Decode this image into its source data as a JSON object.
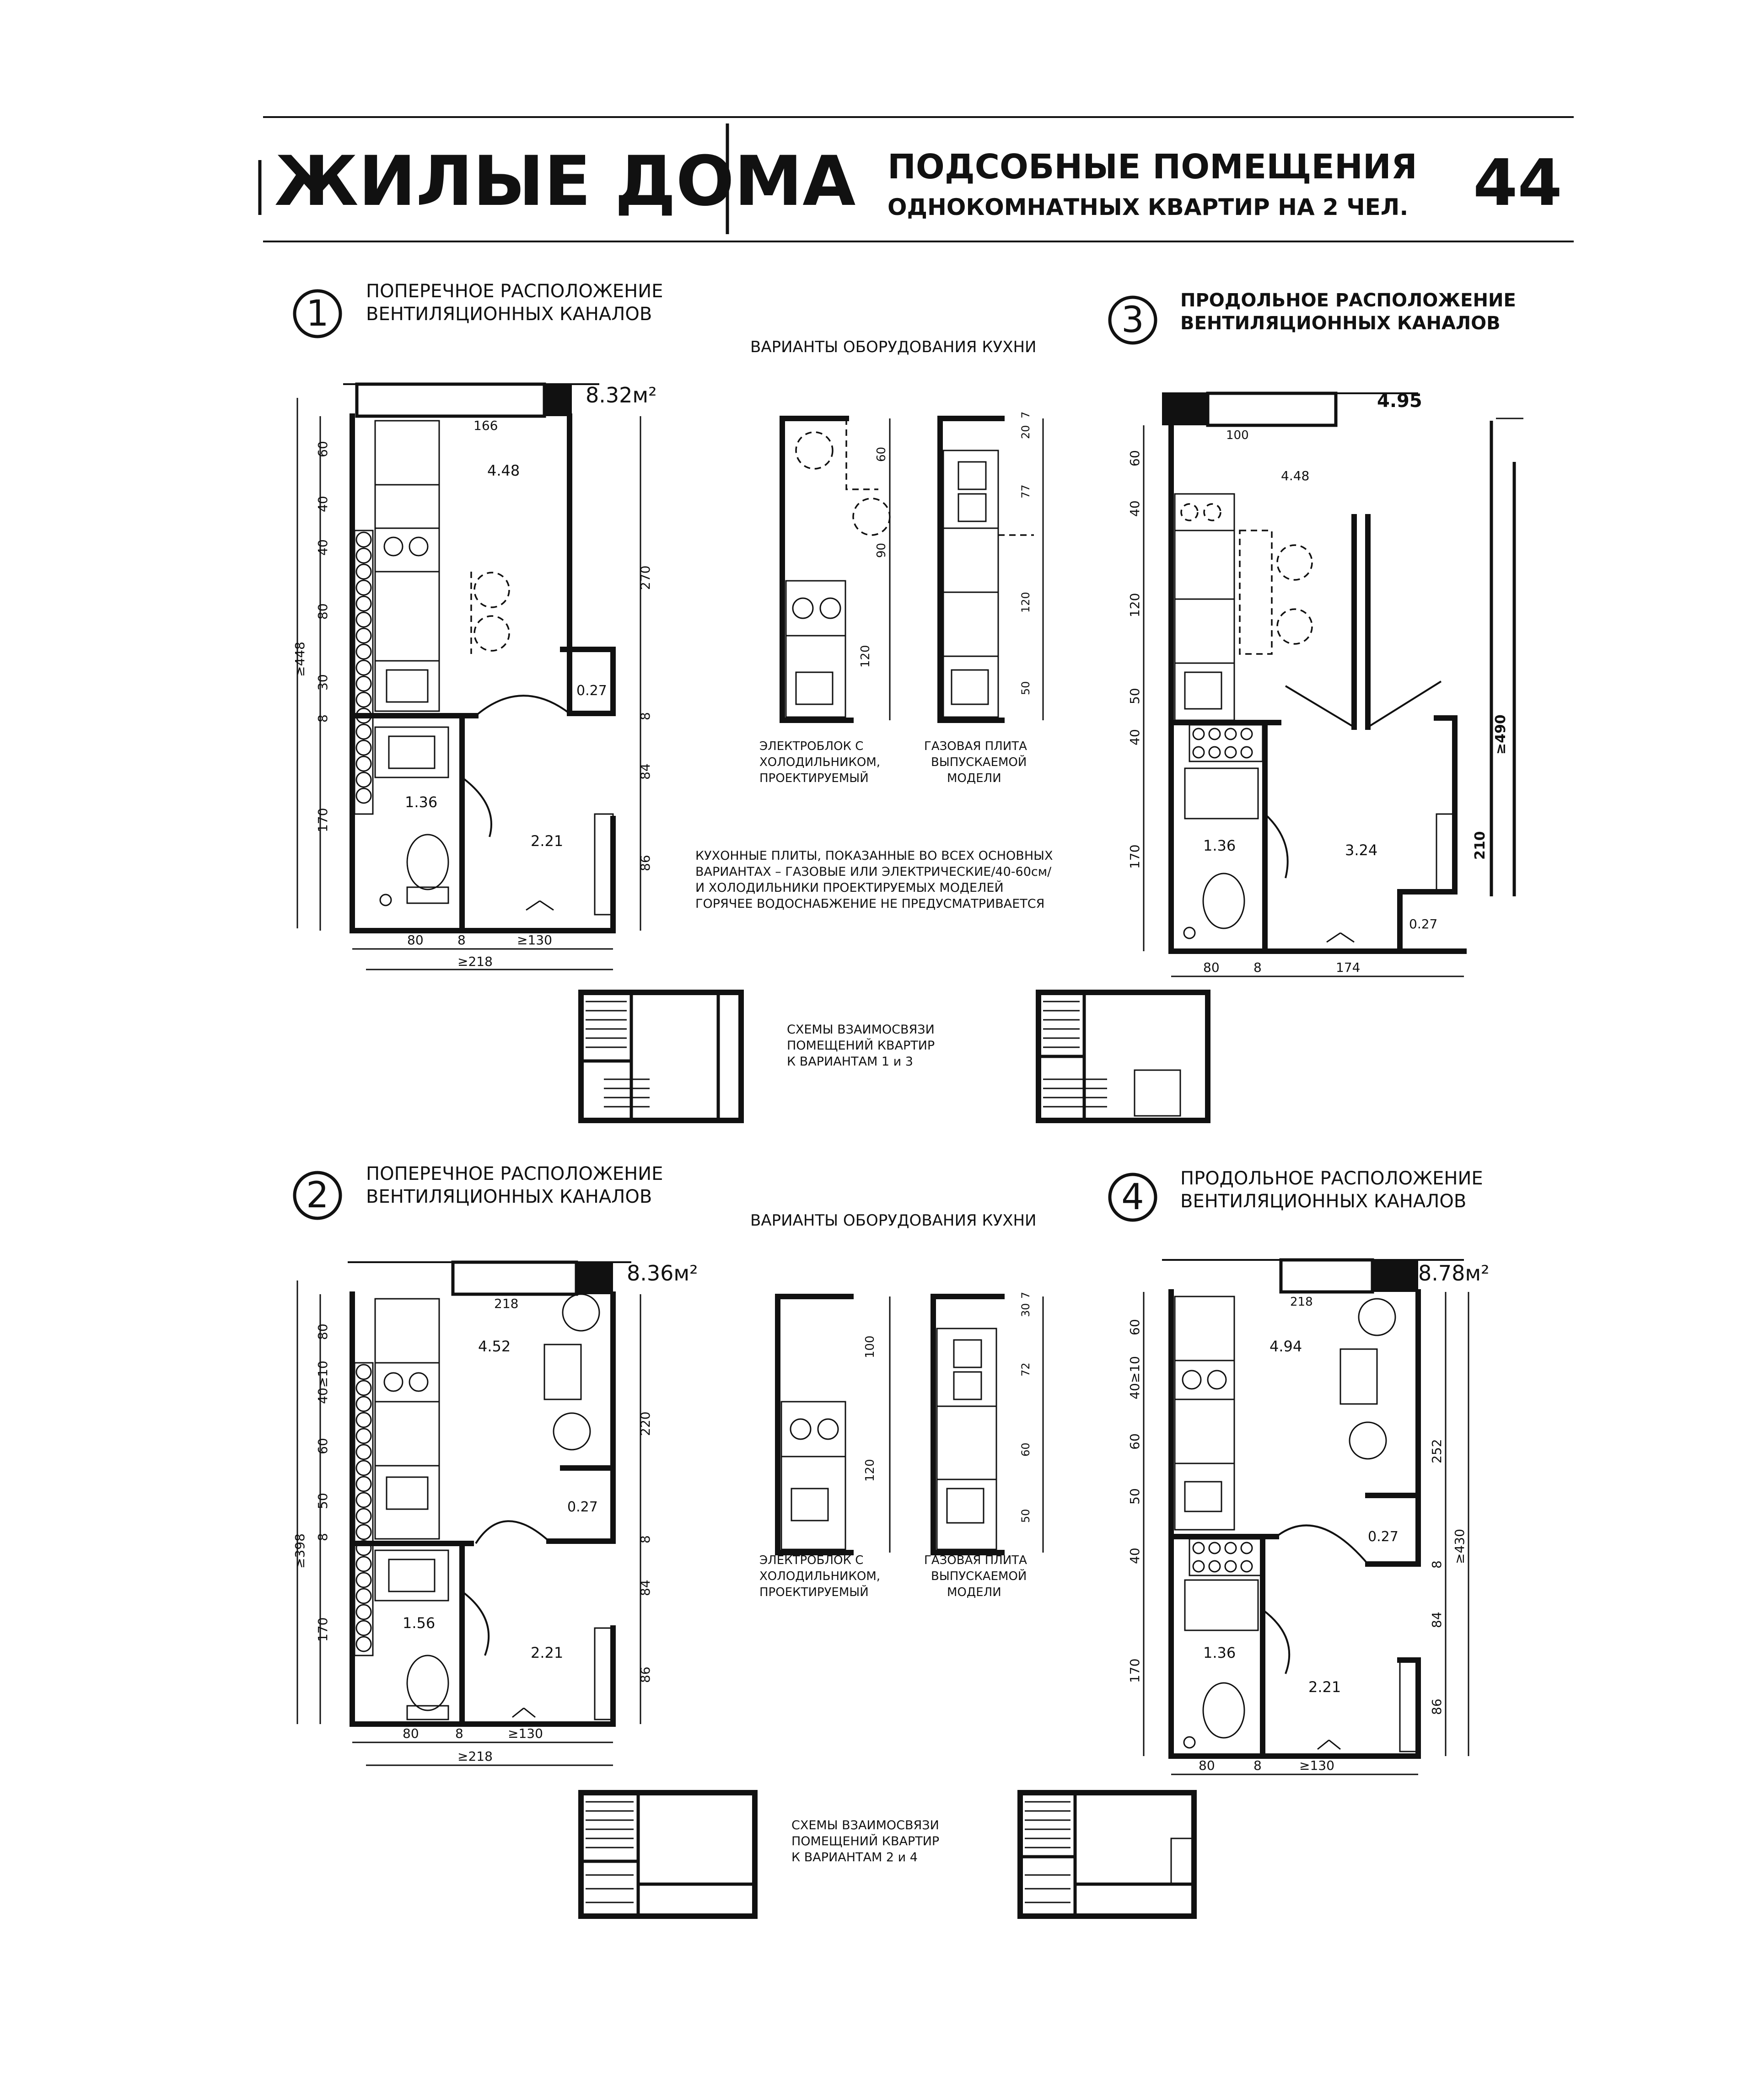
{
  "header": {
    "title": "ЖИЛЫЕ ДОМА",
    "subtitle_line1": "ПОДСОБНЫЕ ПОМЕЩЕНИЯ",
    "subtitle_line2": "ОДНОКОМНАТНЫХ КВАРТИР НА 2 ЧЕЛ.",
    "page_number": "44"
  },
  "common": {
    "kitchen_variants_title": "ВАРИАНТЫ ОБОРУДОВАНИЯ КУХНИ",
    "electric_label": [
      "ЭЛЕКТРОБЛОК С",
      "ХОЛОДИЛЬНИКОМ,",
      "ПРОЕКТИРУЕМЫЙ"
    ],
    "gas_label": [
      "ГАЗОВАЯ ПЛИТА",
      "ВЫПУСКАЕМОЙ",
      "МОДЕЛИ"
    ],
    "note": [
      "КУХОННЫЕ ПЛИТЫ, ПОКАЗАННЫЕ ВО ВСЕХ ОСНОВНЫХ",
      "ВАРИАНТАХ – ГАЗОВЫЕ ИЛИ ЭЛЕКТРИЧЕСКИЕ/40-60см/",
      "И ХОЛОДИЛЬНИКИ ПРОЕКТИРУЕМЫХ МОДЕЛЕЙ",
      "ГОРЯЧЕЕ ВОДОСНАБЖЕНИЕ НЕ ПРЕДУСМАТРИВАЕТСЯ"
    ],
    "schemes_13": [
      "СХЕМЫ ВЗАИМОСВЯЗИ",
      "ПОМЕЩЕНИЙ КВАРТИР",
      "К ВАРИАНТАМ 1 и 3"
    ],
    "schemes_24": [
      "СХЕМЫ ВЗАИМОСВЯЗИ",
      "ПОМЕЩЕНИЙ КВАРТИР",
      "К ВАРИАНТАМ 2 и 4"
    ]
  },
  "variants": [
    {
      "number": "1",
      "caption": [
        "ПОПЕРЕЧНОЕ РАСПОЛОЖЕНИЕ",
        "ВЕНТИЛЯЦИОННЫХ КАНАЛОВ"
      ],
      "area": "8.32м²",
      "kitchen": "4.48",
      "bath": "1.36",
      "hall": "2.21",
      "closet": "0.27",
      "top_dim": "166",
      "left_dims": [
        "60",
        "40",
        "40",
        "80",
        "30",
        "8",
        "170"
      ],
      "total_left": "≥448",
      "right_dims": [
        "270",
        "8",
        "84",
        "86"
      ],
      "bottom_dims": [
        "80",
        "8",
        "≥130"
      ],
      "bottom_total": "≥218"
    },
    {
      "number": "2",
      "caption": [
        "ПОПЕРЕЧНОЕ РАСПОЛОЖЕНИЕ",
        "ВЕНТИЛЯЦИОННЫХ КАНАЛОВ"
      ],
      "area": "8.36м²",
      "kitchen": "4.52",
      "bath": "1.56",
      "hall": "2.21",
      "closet": "0.27",
      "top_dim": "218",
      "left_dims": [
        "80",
        "40≥10",
        "60",
        "50",
        "8",
        "170"
      ],
      "total_left": "≥398",
      "right_dims": [
        "220",
        "8",
        "84",
        "86"
      ],
      "bottom_dims": [
        "80",
        "8",
        "≥130"
      ],
      "bottom_total": "≥218"
    },
    {
      "number": "3",
      "caption": [
        "ПРОДОЛЬНОЕ РАСПОЛОЖЕНИЕ",
        "ВЕНТИЛЯЦИОННЫХ КАНАЛОВ"
      ],
      "area": "4.95",
      "kitchen": "4.48",
      "bath": "1.36",
      "hall": "3.24",
      "closet": "0.27",
      "top_dim": "100",
      "left_dims": [
        "60",
        "40",
        "120",
        "50",
        "40",
        "170"
      ],
      "total_left": "",
      "right_dims": [
        "≥490",
        "210"
      ],
      "bottom_dims": [
        "80",
        "8",
        "174"
      ],
      "bottom_total": ""
    },
    {
      "number": "4",
      "caption": [
        "ПРОДОЛЬНОЕ РАСПОЛОЖЕНИЕ",
        "ВЕНТИЛЯЦИОННЫХ КАНАЛОВ"
      ],
      "area": "8.78м²",
      "kitchen": "4.94",
      "bath": "1.36",
      "hall": "2.21",
      "closet": "0.27",
      "top_dim": "218",
      "left_dims": [
        "60",
        "40≥10",
        "60",
        "50",
        "40",
        "170"
      ],
      "total_left": "",
      "right_dims": [
        "252",
        "8",
        "84",
        "86",
        "≥430"
      ],
      "bottom_dims": [
        "80",
        "8",
        "≥130"
      ],
      "bottom_total": ""
    }
  ],
  "kitchen_electric_dims_top": [
    "60",
    "90",
    "120"
  ],
  "kitchen_gas_dims_top": [
    "20",
    "7",
    "77",
    "120",
    "50"
  ],
  "kitchen_electric_dims_bottom": [
    "100",
    "120"
  ],
  "kitchen_gas_dims_bottom": [
    "30",
    "7",
    "72",
    "60",
    "50"
  ]
}
